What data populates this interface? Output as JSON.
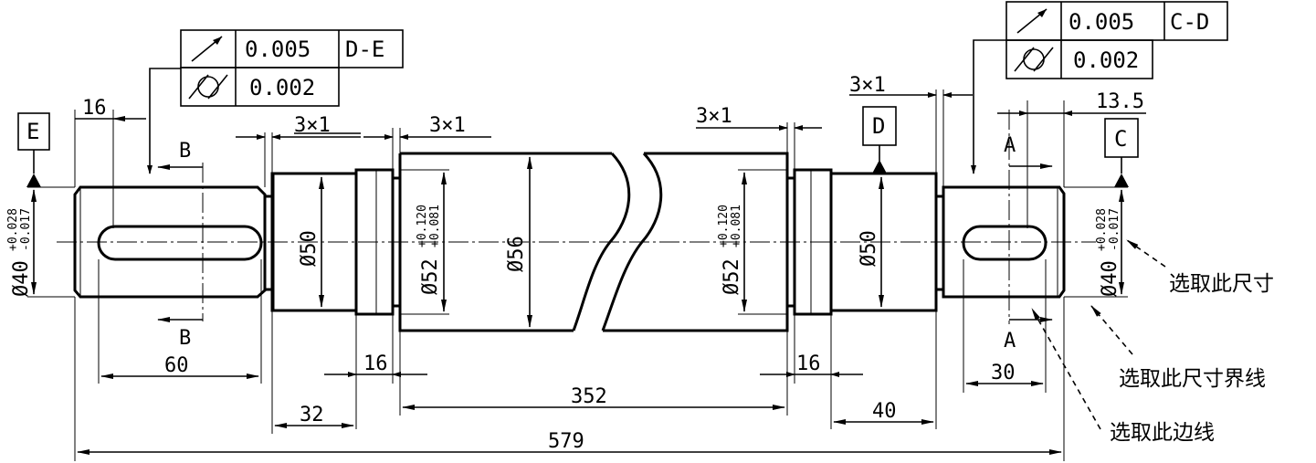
{
  "fcf_left": {
    "runout_value": "0.005",
    "runout_datum": "D-E",
    "cyl_value": "0.002"
  },
  "fcf_right": {
    "runout_value": "0.005",
    "runout_datum": "C-D",
    "cyl_value": "0.002"
  },
  "datums": {
    "e": "E",
    "d": "D",
    "c": "C"
  },
  "sections": {
    "b_top": "B",
    "b_bottom": "B",
    "a_top": "A",
    "a_bottom": "A"
  },
  "diameters": {
    "left_journal": "Ø40",
    "left_journal_upper": "+0.028",
    "left_journal_lower": "-0.017",
    "left_shoulder": "Ø50",
    "left_seat": "Ø52",
    "left_seat_upper": "+0.120",
    "left_seat_lower": "+0.081",
    "middle": "Ø56",
    "right_seat": "Ø52",
    "right_seat_upper": "+0.120",
    "right_seat_lower": "+0.081",
    "right_shoulder": "Ø50",
    "right_journal": "Ø40",
    "right_journal_upper": "+0.028",
    "right_journal_lower": "-0.017"
  },
  "lengths": {
    "key_offset_left": "16",
    "groove_1": "3×1",
    "groove_2": "3×1",
    "groove_3": "3×1",
    "groove_4": "3×1",
    "key_length_left": "60",
    "left_step": "16",
    "left_shoulder_len": "32",
    "middle_len": "352",
    "right_step": "16",
    "right_shoulder_len": "40",
    "key_length_right": "30",
    "key_offset_right": "13.5",
    "total": "579"
  },
  "notes": {
    "select_dimension": "选取此尺寸",
    "select_extension_line": "选取此尺寸界线",
    "select_edge": "选取此边线"
  }
}
